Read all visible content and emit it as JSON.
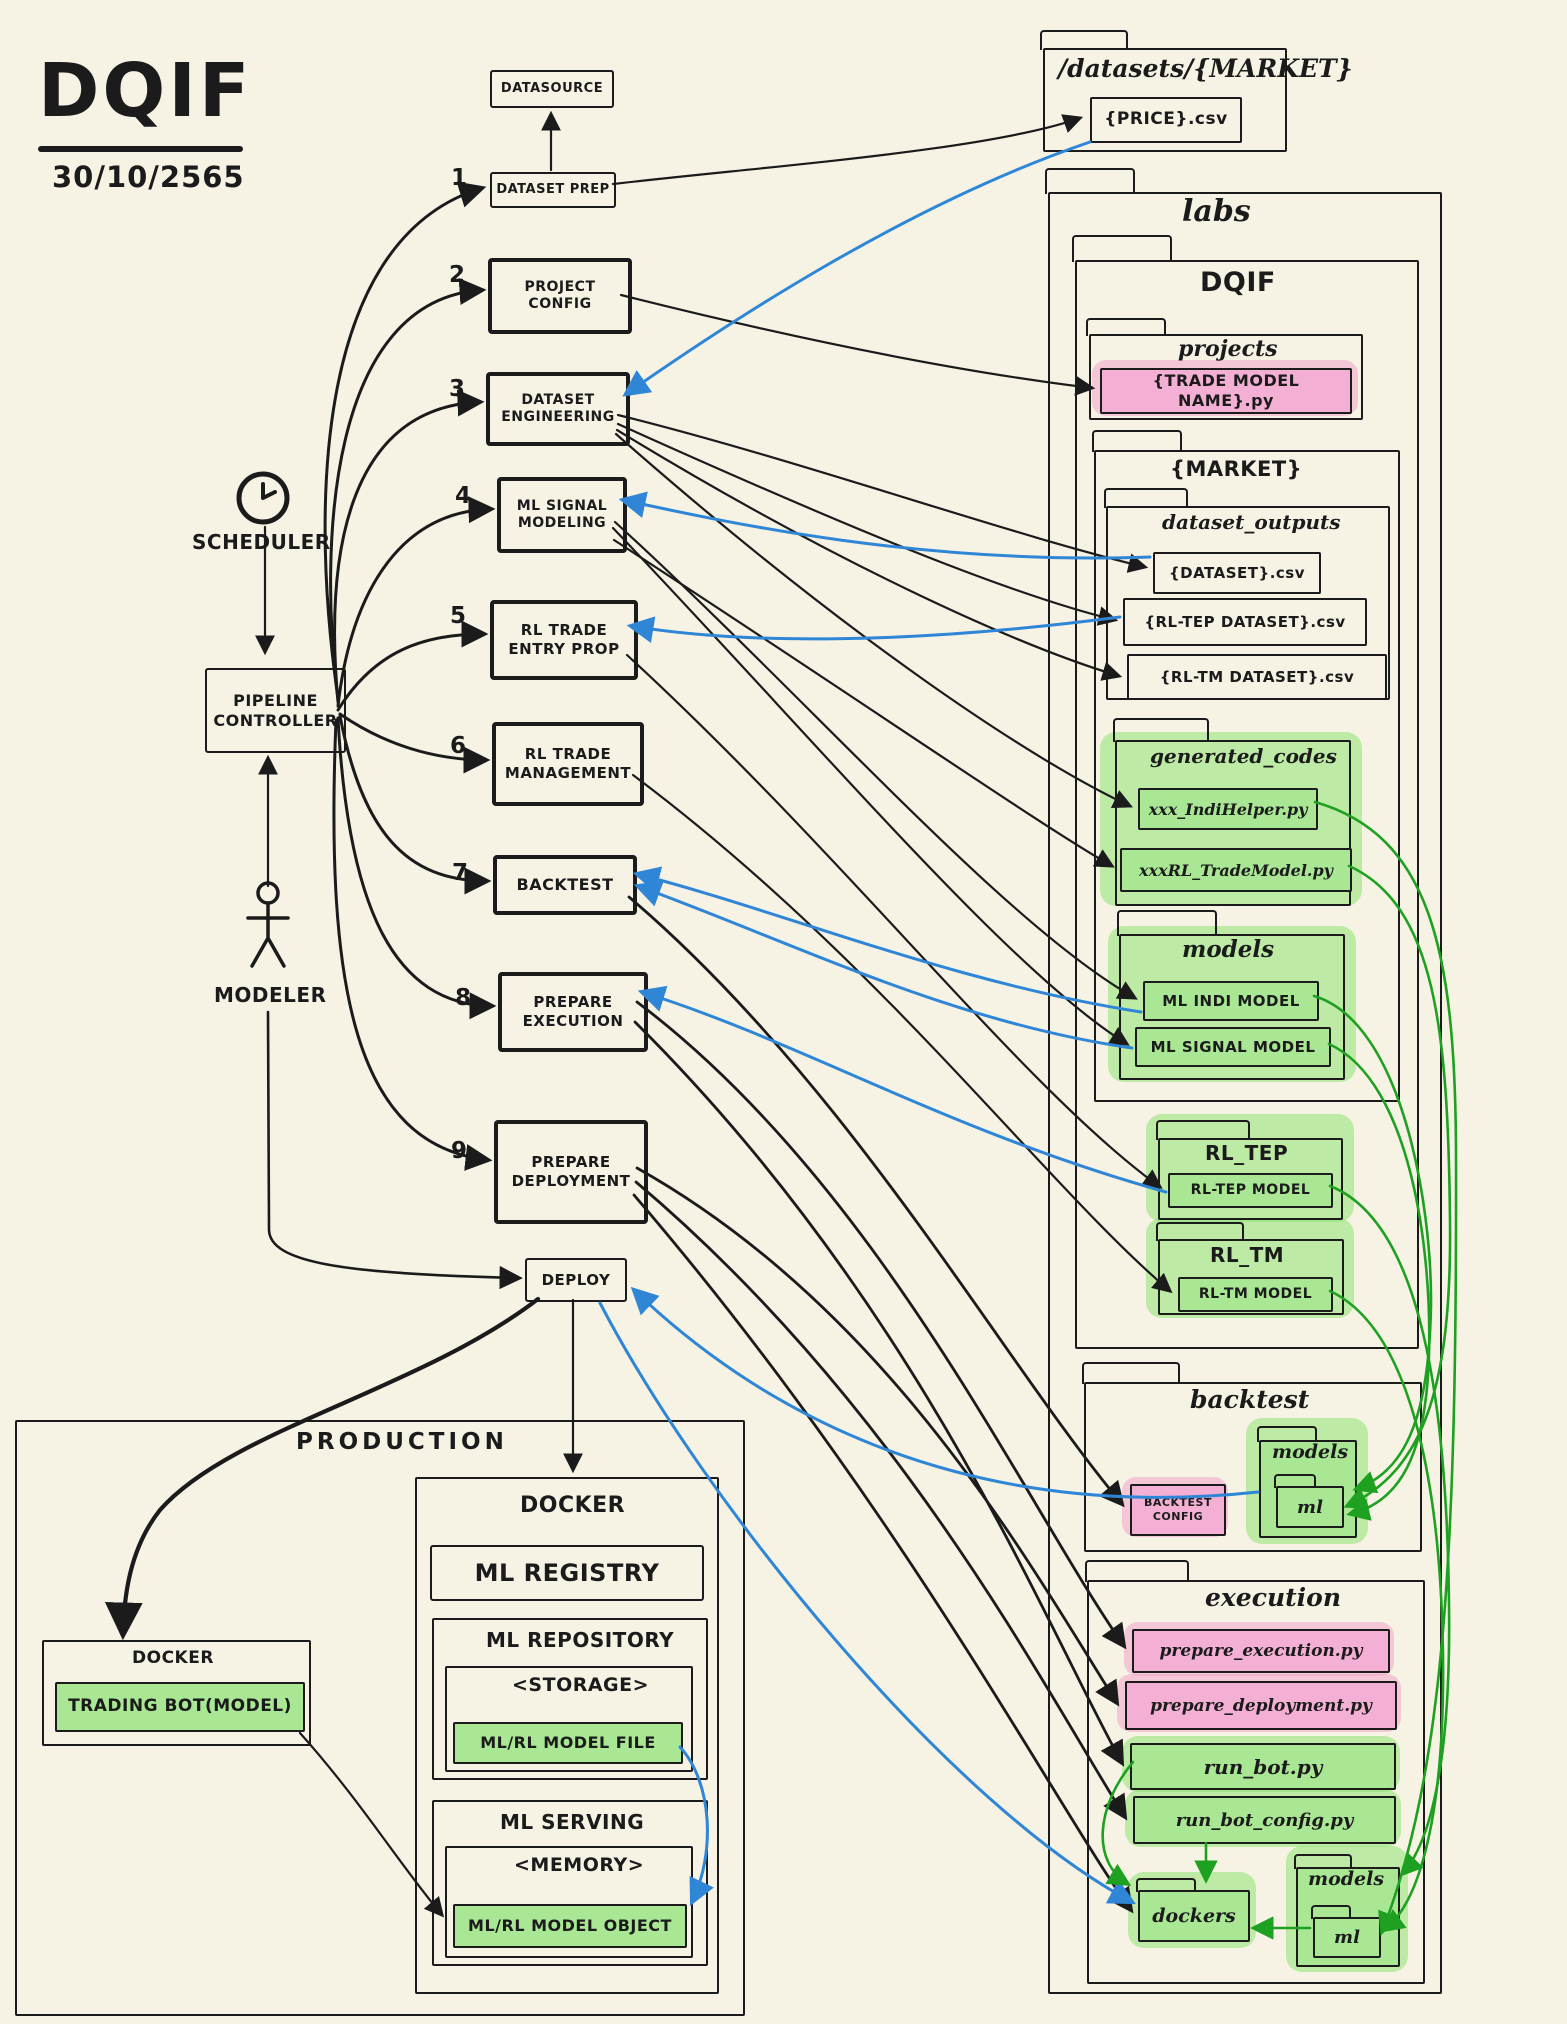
{
  "title": {
    "text": "DQIF",
    "date": "30/10/2565"
  },
  "actors": {
    "scheduler": "SCHEDULER",
    "modeler": "MODELER",
    "pipeline_controller": "PIPELINE CONTROLLER"
  },
  "pipeline": {
    "datasource": "DATASOURCE",
    "steps": [
      {
        "num": "1",
        "label": "DATASET PREP"
      },
      {
        "num": "2",
        "label": "PROJECT CONFIG"
      },
      {
        "num": "3",
        "label": "DATASET ENGINEERING"
      },
      {
        "num": "4",
        "label": "ML SIGNAL MODELING"
      },
      {
        "num": "5",
        "label": "RL TRADE ENTRY PROP"
      },
      {
        "num": "6",
        "label": "RL TRADE MANAGEMENT"
      },
      {
        "num": "7",
        "label": "BACKTEST"
      },
      {
        "num": "8",
        "label": "PREPARE EXECUTION"
      },
      {
        "num": "9",
        "label": "PREPARE DEPLOYMENT"
      }
    ],
    "deploy": "DEPLOY"
  },
  "datasets_folder": {
    "name": "/datasets/{MARKET}",
    "price_file": "{PRICE}.csv"
  },
  "labs": {
    "name": "labs",
    "dqif": {
      "name": "DQIF",
      "projects": {
        "name": "projects",
        "trade_model_file": "{TRADE MODEL NAME}.py"
      },
      "market": {
        "name": "{MARKET}",
        "dataset_outputs": {
          "name": "dataset_outputs",
          "files": [
            "{DATASET}.csv",
            "{RL-TEP DATASET}.csv",
            "{RL-TM DATASET}.csv"
          ]
        },
        "generated_codes": {
          "name": "generated_codes",
          "files": [
            "xxx_IndiHelper.py",
            "xxxRL_TradeModel.py"
          ]
        },
        "models": {
          "name": "models",
          "files": [
            "ML INDI MODEL",
            "ML SIGNAL MODEL"
          ]
        }
      },
      "rl_tep": {
        "name": "RL_TEP",
        "model_file": "RL-TEP MODEL"
      },
      "rl_tm": {
        "name": "RL_TM",
        "model_file": "RL-TM MODEL"
      }
    },
    "backtest": {
      "name": "backtest",
      "config": "BACKTEST CONFIG",
      "models": {
        "name": "models",
        "ml": "ml"
      }
    },
    "execution": {
      "name": "execution",
      "prepare_execution": "prepare_execution.py",
      "prepare_deployment": "prepare_deployment.py",
      "run_bot": "run_bot.py",
      "run_bot_config": "run_bot_config.py",
      "dockers": "dockers",
      "models": {
        "name": "models",
        "ml": "ml"
      }
    }
  },
  "production": {
    "name": "PRODUCTION",
    "docker_bot": {
      "name": "DOCKER",
      "trading_bot": "TRADING BOT(MODEL)"
    },
    "docker_main": {
      "name": "DOCKER",
      "registry": "ML REGISTRY",
      "repository": {
        "name": "ML REPOSITORY",
        "storage": "<STORAGE>",
        "model_file": "ML/RL MODEL FILE"
      },
      "serving": {
        "name": "ML SERVING",
        "memory": "<MEMORY>",
        "model_object": "ML/RL MODEL OBJECT"
      }
    }
  },
  "colors": {
    "background": "#f6f3e5",
    "ink": "#1b1b1b",
    "blue": "#2f86d6",
    "green": "#1ea021",
    "green_fill": "#a9e795",
    "pink_fill": "#f3b0d4"
  }
}
